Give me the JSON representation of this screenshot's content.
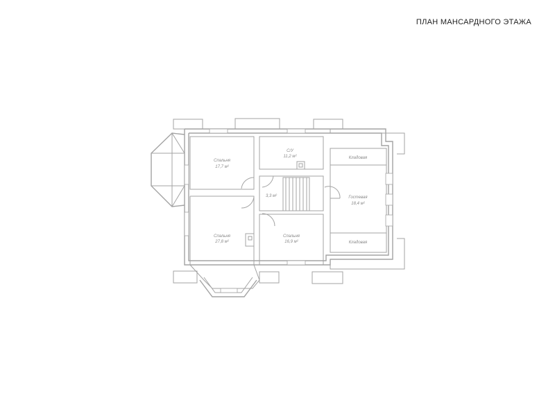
{
  "page": {
    "title": "ПЛАН МАНСАРДНОГО ЭТАЖА"
  },
  "rooms": [
    {
      "id": "bedroom-1",
      "name": "Спальня",
      "area": "17,7 м²"
    },
    {
      "id": "bathroom",
      "name": "С/У",
      "area": "11,2 м²"
    },
    {
      "id": "hall",
      "name": "",
      "area": "3,3 м²"
    },
    {
      "id": "storage-top",
      "name": "Кладовая",
      "area": ""
    },
    {
      "id": "guest",
      "name": "Гостевая",
      "area": "18,4 м²"
    },
    {
      "id": "storage-bottom",
      "name": "Кладовая",
      "area": ""
    },
    {
      "id": "bedroom-2",
      "name": "Спальня",
      "area": "27,8 м²"
    },
    {
      "id": "bedroom-3",
      "name": "Спальня",
      "area": "16,9 м²"
    }
  ],
  "colors": {
    "wall": "#a3a3a3",
    "label": "#8a8a8a",
    "title": "#1e1e1e"
  }
}
